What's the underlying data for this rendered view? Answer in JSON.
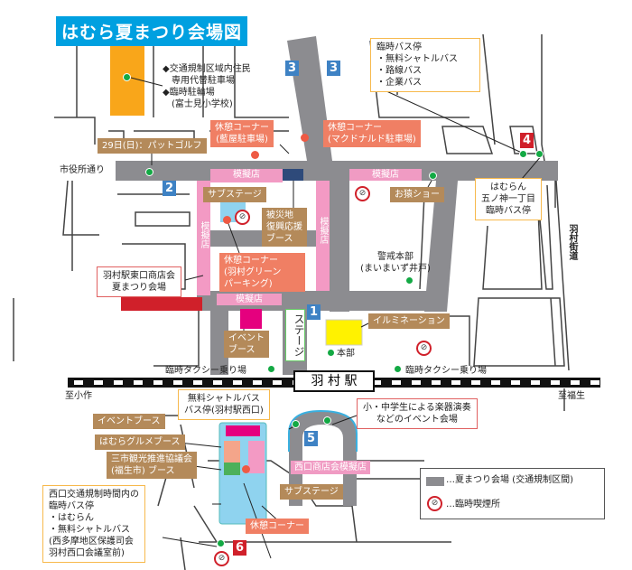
{
  "title": "はむら夏まつり会場図",
  "parking": {
    "line1": "◆交通規制区域内住民",
    "line2": "　専用代替駐車場",
    "line3": "◆臨時駐輪場",
    "line4": "　(富士見小学校)"
  },
  "road_city_hall": "市役所通り",
  "putt_golf": "29日(日)：パットゴルフ",
  "rest_aiya": {
    "line1": "休憩コーナー",
    "line2": "(藍屋駐車場)"
  },
  "rest_mcd": {
    "line1": "休憩コーナー",
    "line2": "(マクドナルド駐車場)"
  },
  "bus_stop_north": {
    "line1": "臨時バス停",
    "line2": "・無料シャトルバス",
    "line3": "・路線バス",
    "line4": "・企業バス"
  },
  "hamuran_stop": {
    "line1": "はむらん",
    "line2": "五ノ神一丁目",
    "line3": "臨時バス停"
  },
  "stalls": "模擬店",
  "sub_stage": "サブステージ",
  "disaster_booth": {
    "line1": "被災地",
    "line2": "復興応援",
    "line3": "ブース"
  },
  "rest_green": {
    "line1": "休憩コーナー",
    "line2": "(羽村グリーン",
    "line3": "パーキング)"
  },
  "monkey_show": "お猿ショー",
  "police_hq": {
    "line1": "警戒本部",
    "line2": "(まいまいず井戸)"
  },
  "east_venue": {
    "line1": "羽村駅東口商店会",
    "line2": "夏まつり会場"
  },
  "event_booth": {
    "line1": "イベント",
    "line2": "ブース"
  },
  "stage": "ステージ",
  "illumination": "イルミネーション",
  "hq": "本部",
  "taxi": "臨時タクシー乗り場",
  "station": "羽 村 駅",
  "to_ozaku": "至小作",
  "to_fussa": "至福生",
  "hamura_kaido": "羽村街道",
  "shuttle_west": {
    "line1": "無料シャトルバス",
    "line2": "バス停(羽村駅西口)"
  },
  "music_event": {
    "line1": "小・中学生による楽器演奏",
    "line2": "などのイベント会場"
  },
  "west": {
    "event_booth": "イベントブース",
    "gourmet": "はむらグルメブース",
    "sanshi": {
      "line1": "三市観光推進協議会",
      "line2": "(福生市) ブース"
    },
    "stalls": "西口商店会模擬店",
    "sub_stage": "サブステージ",
    "rest": "休憩コーナー"
  },
  "west_bus": {
    "line1": "西口交通規制時間内の",
    "line2": "臨時バス停",
    "line3": "・はむらん",
    "line4": "・無料シャトルバス",
    "line5": "(西多摩地区保護司会",
    "line6": "羽村西口会議室前)"
  },
  "legend": {
    "venue": "…夏まつり会場 (交通規制区間)",
    "smoking": "…臨時喫煙所"
  },
  "numbers": [
    "1",
    "2",
    "3",
    "3",
    "4",
    "5",
    "6"
  ]
}
